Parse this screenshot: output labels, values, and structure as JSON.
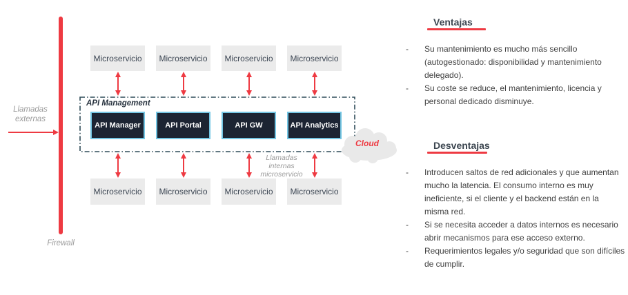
{
  "diagram": {
    "firewall_label": "Firewall",
    "external_calls_label": "Llamadas externas",
    "internal_calls_label": "Llamadas internas microservicio",
    "api_management_label": "API Management",
    "api_components": [
      "API Manager",
      "API Portal",
      "API GW",
      "API Analytics"
    ],
    "top_microservices": [
      "Microservicio",
      "Microservicio",
      "Microservicio",
      "Microservicio"
    ],
    "bottom_microservices": [
      "Microservicio",
      "Microservicio",
      "Microservicio",
      "Microservicio"
    ],
    "cloud_label": "Cloud",
    "bullet_char": "-"
  },
  "panel": {
    "advantages": {
      "title": "Ventajas",
      "items": [
        "Su mantenimiento es mucho más sencillo (autogestionado: disponibilidad y mantenimiento delegado).",
        "Su coste se reduce, el mantenimiento, licencia y personal dedicado disminuye."
      ]
    },
    "disadvantages": {
      "title": "Desventajas",
      "items": [
        "Introducen saltos de red adicionales y que aumentan mucho la latencia. El consumo interno es muy ineficiente, si el cliente y el backend están en la misma red.",
        "Si se necesita acceder a datos internos es necesario abrir mecanismos para ese acceso externo.",
        "Requerimientos legales y/o seguridad  que son difíciles de cumplir."
      ]
    }
  },
  "colors": {
    "accent_red": "#ee3a42",
    "dark_box_fill": "#1c2433",
    "dark_box_border": "#74c6e4",
    "light_box_fill": "#ebebeb",
    "dashed_border": "#2e4b58",
    "muted_text": "#9b9b9b",
    "body_text": "#404040",
    "heading_text": "#3c4650"
  }
}
